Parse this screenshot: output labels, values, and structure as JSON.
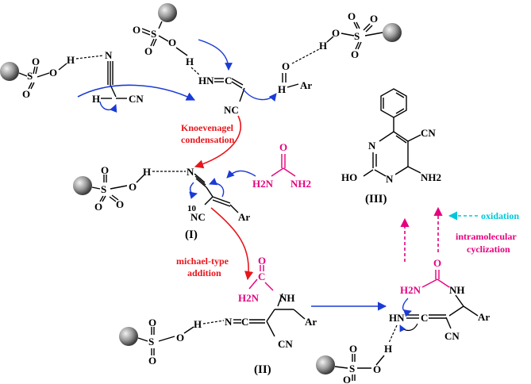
{
  "colors": {
    "flow_arrow": "#1a3bd6",
    "condensation_arrow": "#e8151b",
    "urea": "#e6007e",
    "oxidation": "#00c8d8",
    "sphere": "#8c8c8c"
  },
  "atoms": {
    "h": "H",
    "o": "O",
    "s": "S",
    "n": "N",
    "c": "C",
    "cn": "CN",
    "nc": "NC",
    "hn": "HN",
    "ar": "Ar",
    "nh": "NH",
    "h2n": "H2N",
    "nh2": "NH2",
    "ho": "HO"
  },
  "labels": {
    "knoevenagel_1": "Knoevenagel",
    "knoevenagel_2": "condensation",
    "michael_1": "michael-type",
    "michael_2": "addition",
    "intramolecular_1": "intramolecular",
    "intramolecular_2": "cyclization",
    "oxidation": "oxidation",
    "number_10": "10"
  },
  "stages": {
    "I": "(I)",
    "II": "(II)",
    "III": "(III)"
  }
}
